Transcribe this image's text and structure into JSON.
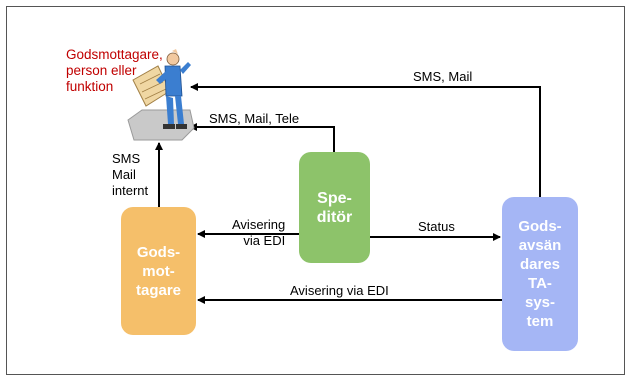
{
  "recipient_label": "Godsmottagare,\nperson eller\nfunktion",
  "nodes": {
    "speditor": "Spe-\nditör",
    "godsmottagare": "Gods-\nmot-\ntagare",
    "godsavsandare": "Gods-\navsän\ndares\nTA-\nsys-\ntem"
  },
  "edges": {
    "top_sms_mail": "SMS, Mail",
    "speditor_sms_mail_tele": "SMS, Mail, Tele",
    "internal_sms_mail": "SMS\nMail\ninternt",
    "avisering_edi_short": "Avisering\nvia EDI",
    "status": "Status",
    "avisering_edi_bottom": "Avisering via EDI"
  },
  "colors": {
    "speditor": "#8dc36a",
    "godsmottagare": "#f5bf6a",
    "godsavsandare": "#a5b6f5",
    "recipient_label": "#c00000"
  },
  "icons": {
    "recipient": "worker-with-map-icon"
  }
}
